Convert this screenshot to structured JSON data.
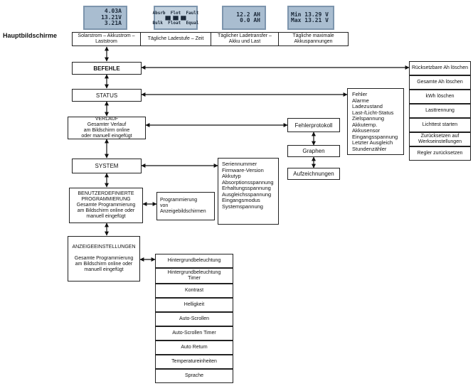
{
  "title": "Hauptbildschirme",
  "screens": [
    {
      "lines": [
        "4.03A",
        "13.21V",
        "3.21A"
      ]
    },
    {
      "lines": [
        "Absrb  Flot  Fault",
        "▇▇ ▇▇ ▇▇",
        "Bulk  Float  Equal"
      ]
    },
    {
      "lines": [
        "12.2 AH",
        "0.0 AH"
      ]
    },
    {
      "lines": [
        "Min 13.29 V",
        "Max 13.21 V"
      ]
    }
  ],
  "main_screens": [
    "Solarstrom – Akkustrom –\nLaststrom",
    "Tägliche Ladestufe – Zeit",
    "Täglicher Ladetransfer –\nAkku und Last",
    "Tägliche maximale\nAkkuspannungen"
  ],
  "menu": {
    "befehle": "BEFEHLE",
    "status": "STATUS",
    "verlauf": "VERLAUF\nGesamter Verlauf\nam Bildschirm online\noder manuell eingefügt",
    "system": "SYSTEM",
    "benutzer": "BENUTZERDEFINIERTE\nPROGRAMMIERUNG\nGesamte Programmierung\nam Bildschirm online oder\nmanuell eingefügt",
    "anzeige": "ANZEIGEEINSTELLUNGEN\n\nGesamte Programmierung\nam Bildschirm online oder\nmanuell eingefügt"
  },
  "befehle_items": [
    "Rücksetzbare Ah löschen",
    "Gesamte Ah löschen",
    "kWh löschen",
    "Lasttrennung",
    "Lichttest starten",
    "Zurücksetzen auf\nWerkseinstellungen",
    "Regler zurücksetzen"
  ],
  "status_items": "Fehler\nAlarme\nLadezustand\nLast-/Licht-Status\nZielspannung\nAkkutemp.\nAkkusensor\nEingangsspannung\nLetzter Ausgleich\nStundenzähler",
  "verlauf_items": [
    "Fehlerprotokoll",
    "Graphen",
    "Aufzeichnungen"
  ],
  "system_items": "Seriennummer\nFirmware-Version\nAkkutyp\nAbsorptionsspannung\nErhaltungsspannung\nAusgleichsspannung\nEingangsmodus\nSystemspannung",
  "benutzer_items": "Programmierung\nvon\nAnzeigebildschirmen",
  "anzeige_items": [
    "Hintergrundbeleuchtung",
    "Hintergrundbeleuchtung\nTimer",
    "Kontrast",
    "Helligkeit",
    "Auto-Scrollen",
    "Auto-Scrollen Timer",
    "Auto Return",
    "Temperatureinheiten",
    "Sprache"
  ]
}
